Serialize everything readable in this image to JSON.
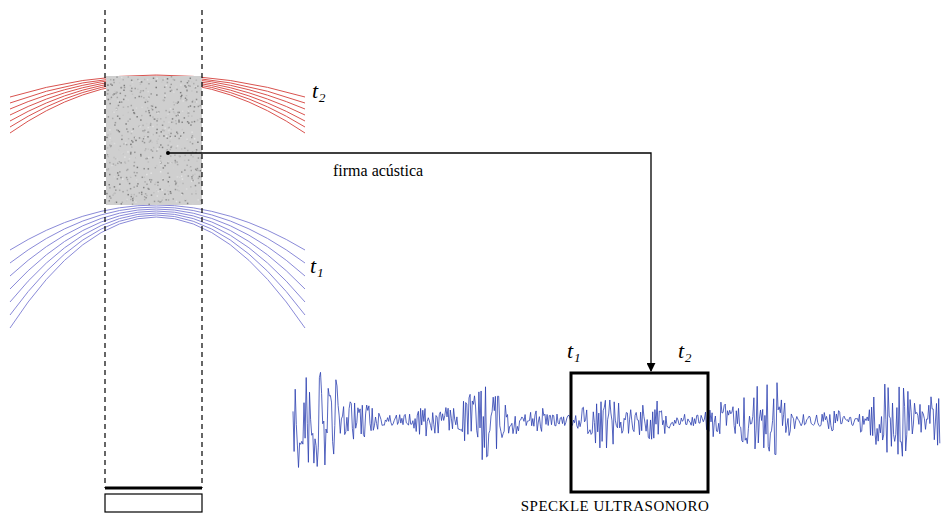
{
  "diagram": {
    "labels": [
      "t₂",
      "t₁",
      "firma acústica",
      "t₁",
      "t₂",
      "SPECKLE ULTRASONORO"
    ]
  }
}
